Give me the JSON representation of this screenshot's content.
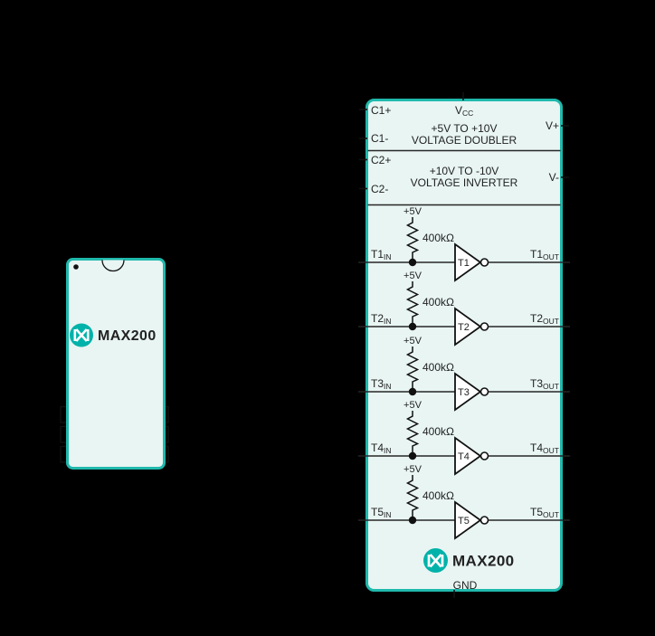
{
  "colors": {
    "background": "#000000",
    "teal_border": "#1FB9AC",
    "body_fill": "#E8F5F3",
    "brand_teal": "#00B2A9",
    "line": "#262626",
    "text": "#222222"
  },
  "package_diagram": {
    "part_number": "MAX200"
  },
  "functional_diagram": {
    "part_number": "MAX200",
    "top_pin": {
      "main": "V",
      "sub": "CC"
    },
    "bottom_pin": "GND",
    "charge_pumps": [
      {
        "line1": "+5V TO +10V",
        "line2": "VOLTAGE DOUBLER",
        "left_pins": [
          "C1+",
          "C1-"
        ],
        "right_pin": "V+"
      },
      {
        "line1": "+10V TO -10V",
        "line2": "VOLTAGE INVERTER",
        "left_pins": [
          "C2+",
          "C2-"
        ],
        "right_pin": "V-"
      }
    ],
    "transmitters": [
      {
        "name": "T1",
        "supply": "+5V",
        "resistor": "400kΩ",
        "in_main": "T1",
        "in_sub": "IN",
        "out_main": "T1",
        "out_sub": "OUT"
      },
      {
        "name": "T2",
        "supply": "+5V",
        "resistor": "400kΩ",
        "in_main": "T2",
        "in_sub": "IN",
        "out_main": "T2",
        "out_sub": "OUT"
      },
      {
        "name": "T3",
        "supply": "+5V",
        "resistor": "400kΩ",
        "in_main": "T3",
        "in_sub": "IN",
        "out_main": "T3",
        "out_sub": "OUT"
      },
      {
        "name": "T4",
        "supply": "+5V",
        "resistor": "400kΩ",
        "in_main": "T4",
        "in_sub": "IN",
        "out_main": "T4",
        "out_sub": "OUT"
      },
      {
        "name": "T5",
        "supply": "+5V",
        "resistor": "400kΩ",
        "in_main": "T5",
        "in_sub": "IN",
        "out_main": "T5",
        "out_sub": "OUT"
      }
    ]
  }
}
